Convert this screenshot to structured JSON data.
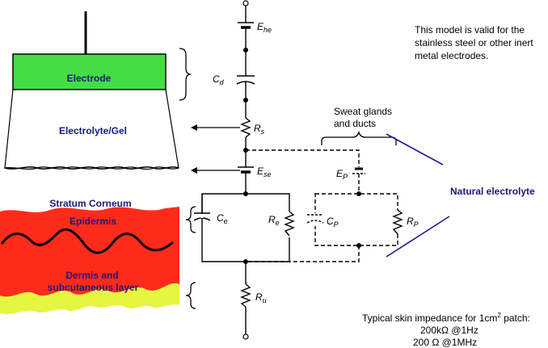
{
  "electrode": {
    "label": "Electrode",
    "fill": "#44dd44"
  },
  "gel": {
    "label": "Electrolyte/Gel"
  },
  "skin": {
    "stratum": "Stratum Corneum",
    "epidermis": "Epidermis",
    "dermis_line1": "Dermis and",
    "dermis_line2": "subcutaneous layer",
    "epidermis_color": "#ff2b1a",
    "dermis_color": "#e6f542"
  },
  "circuit": {
    "Ehe": {
      "main": "E",
      "sub": "he"
    },
    "Cd": {
      "main": "C",
      "sub": "d"
    },
    "Rs": {
      "main": "R",
      "sub": "s"
    },
    "Ese": {
      "main": "E",
      "sub": "se"
    },
    "Ce": {
      "main": "C",
      "sub": "e"
    },
    "Re": {
      "main": "R",
      "sub": "e"
    },
    "Ep": {
      "main": "E",
      "sub": "P"
    },
    "Cp": {
      "main": "C",
      "sub": "P"
    },
    "Rp": {
      "main": "R",
      "sub": "P"
    },
    "Ru": {
      "main": "R",
      "sub": "u"
    }
  },
  "sweat": {
    "line1": "Sweat glands",
    "line2": "and ducts"
  },
  "natural_electrolyte": "Natural electrolyte",
  "note": {
    "line1": "This model is valid for the",
    "line2": "stainless steel or other inert",
    "line3": "metal electrodes."
  },
  "impedance": {
    "heading_pre": "Typical skin impedance for 1cm",
    "heading_sup": "2",
    "heading_post": " patch:",
    "value1": "200kΩ @1Hz",
    "value2": "200 Ω @1MHz"
  }
}
